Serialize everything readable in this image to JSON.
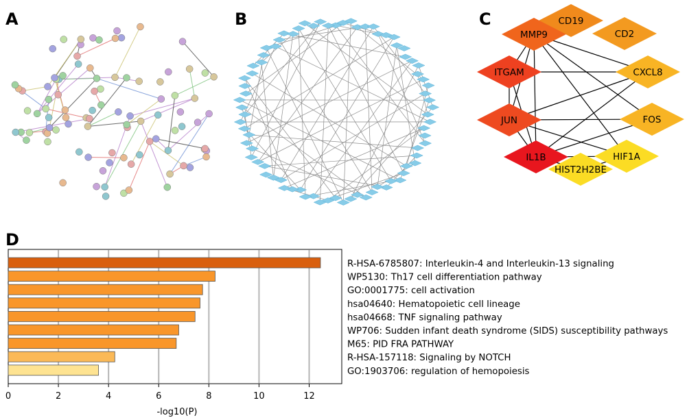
{
  "panels": {
    "a": {
      "letter": "A"
    },
    "b": {
      "letter": "B"
    },
    "c": {
      "letter": "C"
    },
    "d": {
      "letter": "D"
    }
  },
  "network_c": {
    "nodes": [
      {
        "id": "CD19",
        "color": "#f08a1c"
      },
      {
        "id": "MMP9",
        "color": "#f0651c"
      },
      {
        "id": "CD2",
        "color": "#f39a20"
      },
      {
        "id": "ITGAM",
        "color": "#ee4120"
      },
      {
        "id": "CXCL8",
        "color": "#f8b424"
      },
      {
        "id": "JUN",
        "color": "#ee4a20"
      },
      {
        "id": "FOS",
        "color": "#f8b424"
      },
      {
        "id": "IL1B",
        "color": "#e8161e"
      },
      {
        "id": "HIF1A",
        "color": "#fbdc24"
      },
      {
        "id": "HIST2H2BE",
        "color": "#fbdc24"
      }
    ],
    "edges": [
      [
        "MMP9",
        "CXCL8"
      ],
      [
        "MMP9",
        "ITGAM"
      ],
      [
        "MMP9",
        "JUN"
      ],
      [
        "MMP9",
        "IL1B"
      ],
      [
        "MMP9",
        "HIF1A"
      ],
      [
        "MMP9",
        "FOS"
      ],
      [
        "ITGAM",
        "CXCL8"
      ],
      [
        "ITGAM",
        "JUN"
      ],
      [
        "ITGAM",
        "IL1B"
      ],
      [
        "CXCL8",
        "JUN"
      ],
      [
        "CXCL8",
        "IL1B"
      ],
      [
        "JUN",
        "FOS"
      ],
      [
        "JUN",
        "IL1B"
      ],
      [
        "JUN",
        "HIF1A"
      ],
      [
        "FOS",
        "IL1B"
      ],
      [
        "IL1B",
        "HIF1A"
      ],
      [
        "IL1B",
        "HIST2H2BE"
      ],
      [
        "HIF1A",
        "HIST2H2BE"
      ]
    ]
  },
  "chart_data": {
    "type": "bar",
    "orientation": "horizontal",
    "xlabel": "-log10(P)",
    "xlim": [
      0,
      13.3
    ],
    "xticks": [
      0,
      2,
      4,
      6,
      8,
      10,
      12
    ],
    "grid": "vertical",
    "categories": [
      "R-HSA-6785807: Interleukin-4 and Interleukin-13 signaling",
      "WP5130: Th17 cell differentiation pathway",
      "GO:0001775: cell activation",
      "hsa04640: Hematopoietic cell lineage",
      "hsa04668: TNF signaling pathway",
      "WP706: Sudden infant death syndrome (SIDS) susceptibility pathways",
      "M65: PID FRA PATHWAY",
      "R-HSA-157118: Signaling by NOTCH",
      "GO:1903706: regulation of hemopoiesis"
    ],
    "values": [
      12.45,
      8.25,
      7.75,
      7.65,
      7.45,
      6.8,
      6.7,
      4.25,
      3.6
    ],
    "colors": [
      "#d95f0e",
      "#f9962a",
      "#f9962a",
      "#f9962a",
      "#f9962a",
      "#f9962a",
      "#f9962a",
      "#fbb957",
      "#fee391"
    ]
  }
}
